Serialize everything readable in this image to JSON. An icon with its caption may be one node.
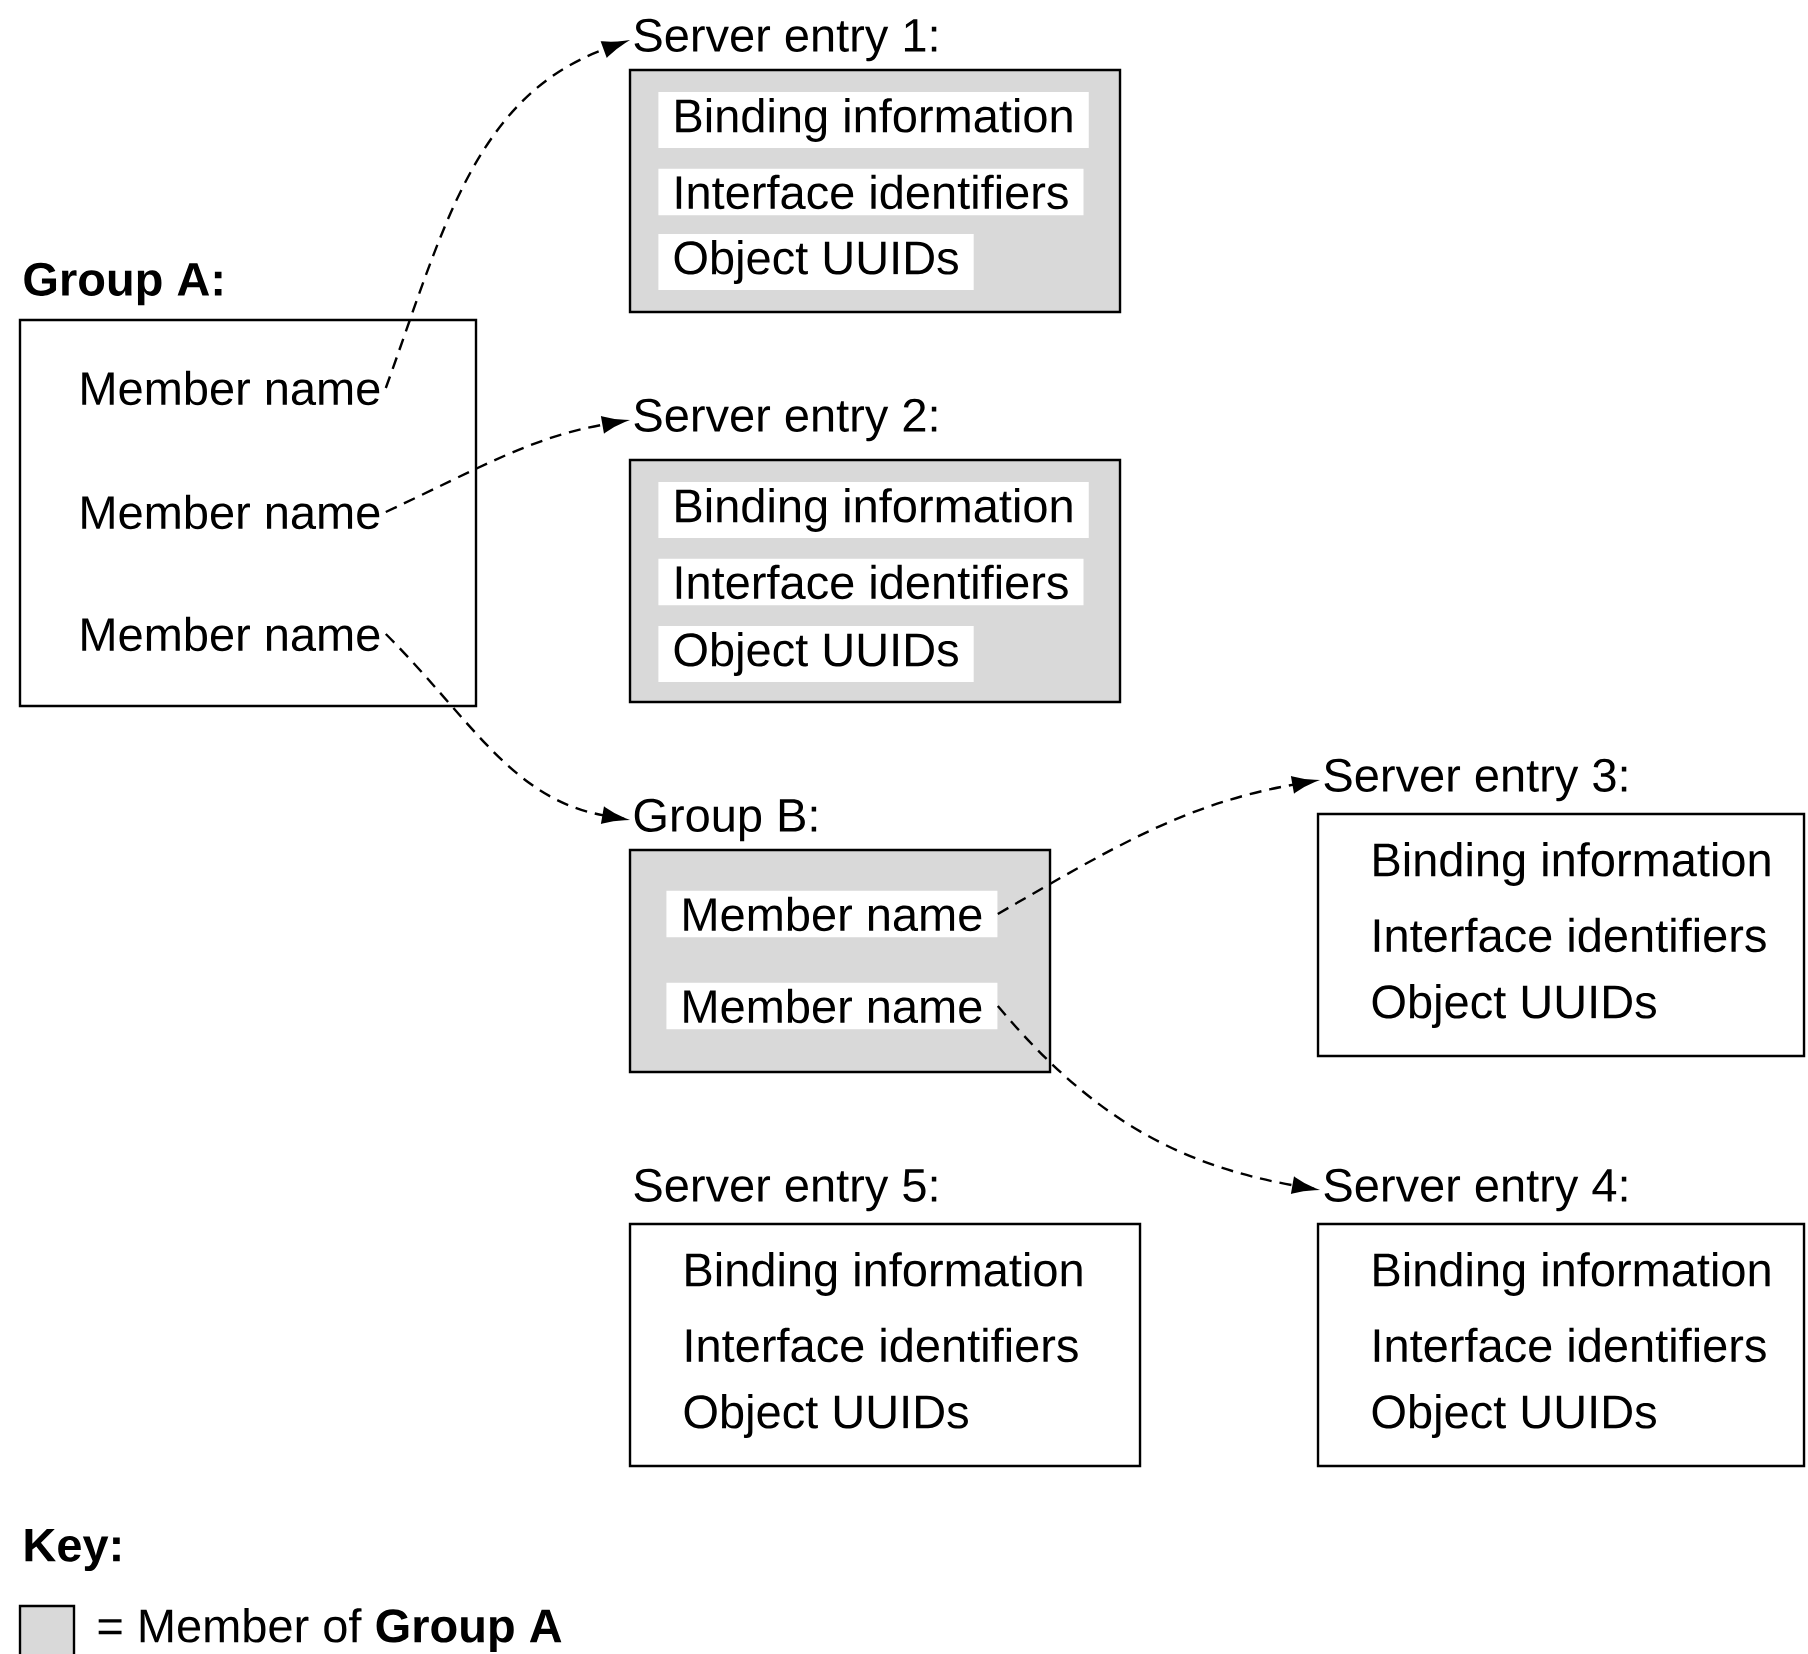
{
  "diagram": {
    "nodes": [
      {
        "text": [
          "Group A:"
        ]
      },
      {
        "text": [
          "Member name"
        ],
        "in": 0
      },
      {
        "text": [
          "Member name"
        ],
        "in": 0
      },
      {
        "text": [
          "Member name"
        ],
        "in": 0
      },
      {
        "text": [
          "Server entry 1:"
        ]
      },
      {
        "text": [
          "Binding information"
        ],
        "in": 4
      },
      {
        "text": [
          "Interface identifiers"
        ],
        "in": 4
      },
      {
        "text": [
          "Object UUIDs"
        ],
        "in": 4
      },
      {
        "text": [
          "Server entry 2:"
        ]
      },
      {
        "text": [
          "Binding information"
        ],
        "in": 8
      },
      {
        "text": [
          "Interface identifiers"
        ],
        "in": 8
      },
      {
        "text": [
          "Object UUIDs"
        ],
        "in": 8
      },
      {
        "text": [
          "Group B:"
        ]
      },
      {
        "text": [
          "Member name"
        ],
        "in": 12
      },
      {
        "text": [
          "Member name"
        ],
        "in": 12
      },
      {
        "text": [
          "Server entry 3:",
          "Binding information",
          "Interface identifiers",
          "Object UUIDs"
        ]
      },
      {
        "text": [
          "Server entry 5:",
          "Binding information",
          "Interface identifiers",
          "Object UUIDs"
        ]
      },
      {
        "text": [
          "Server entry 4:",
          "Binding information",
          "Interface identifiers",
          "Object UUIDs"
        ]
      }
    ],
    "edges": [
      {
        "from": 1,
        "to": 4,
        "arrow": "to",
        "style": "dashed"
      },
      {
        "from": 2,
        "to": 8,
        "arrow": "to",
        "style": "dashed"
      },
      {
        "from": 3,
        "to": 12,
        "arrow": "to",
        "style": "dashed"
      },
      {
        "from": 13,
        "to": 15,
        "arrow": "to",
        "style": "dashed"
      },
      {
        "from": 14,
        "to": 17,
        "arrow": "to",
        "style": "dashed"
      }
    ],
    "labels": [
      "Key:"
    ],
    "legend": [
      {
        "text": "= Member of **Group A**",
        "color": "#d9d9d9"
      }
    ]
  }
}
